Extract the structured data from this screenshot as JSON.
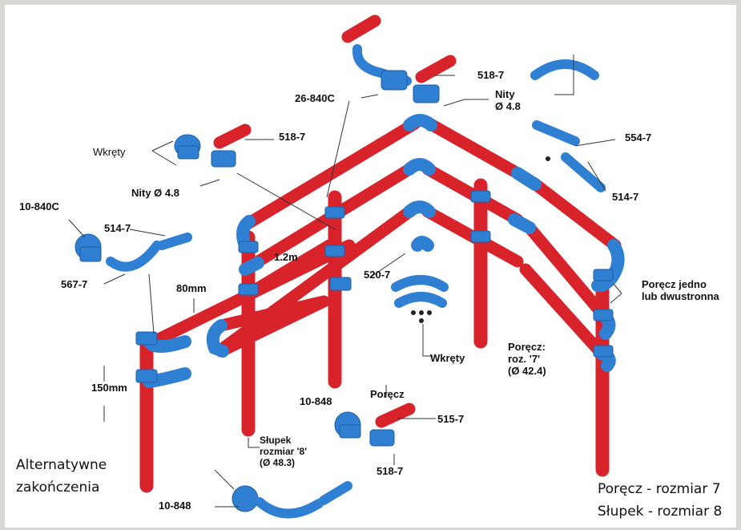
{
  "labels": {
    "l_26_840c": "26-840C",
    "l_518_top": "518-7",
    "l_nity_top_1": "Nity",
    "l_nity_top_2": "Ø 4.8",
    "l_wkrety_left": "Wkręty",
    "l_518_left": "518-7",
    "l_nity_left": "Nity Ø 4.8",
    "l_554": "554-7",
    "l_514_right": "514-7",
    "l_10_840c": "10-840C",
    "l_514_left": "514-7",
    "l_567": "567-7",
    "l_1_2m": "1.2m",
    "l_80mm": "80mm",
    "l_520": "520-7",
    "l_150mm": "150mm",
    "l_wkrety_mid": "Wkręty",
    "l_porecz_jedno_1": "Poręcz jedno",
    "l_porecz_jedno_2": "lub dwustronna",
    "l_porecz_roz_1": "Poręcz:",
    "l_porecz_roz_2": "roz. '7'",
    "l_porecz_roz_3": "(Ø 42.4)",
    "l_10_848_mid": "10-848",
    "l_porecz": "Poręcz",
    "l_515": "515-7",
    "l_518_bottom": "518-7",
    "l_slupek_1": "Słupek",
    "l_slupek_2": "rozmiar '8'",
    "l_slupek_3": "(Ø 48.3)",
    "l_alt_1": "Alternatywne",
    "l_alt_2": "zakończenia",
    "l_10_848_bottom": "10-848",
    "l_legend_1": "Poręcz - rozmiar 7",
    "l_legend_2": "Słupek - rozmiar 8"
  },
  "colors": {
    "tube_red": "#d8232b",
    "fitting_blue": "#2f7fd2",
    "background": "#ffffff",
    "frame": "#d8d8d2",
    "leader": "#333333"
  }
}
